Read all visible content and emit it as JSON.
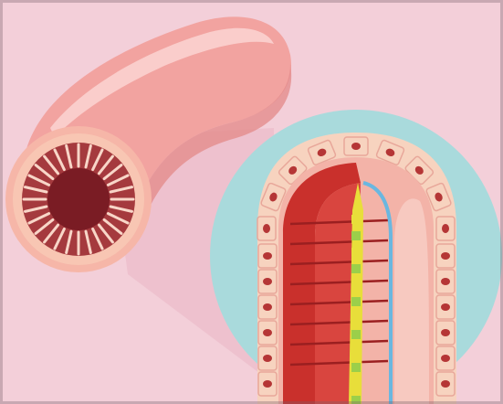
{
  "colors": {
    "background": "#f3cfd9",
    "zoom_circle": "#a9dadc",
    "tube_body": "#f2a3a0",
    "tube_highlight": "#fbd2cf",
    "tube_shadow": "#e48c8c",
    "lumen_dark": "#7a1c24",
    "villus_red": "#c9302c",
    "villus_dark_red": "#9b1f20",
    "cell_fill": "#f7d3bf",
    "cell_nucleus": "#b53636",
    "lacteal_yellow": "#e8de3a",
    "lacteal_green": "#9bcf4a",
    "vessel_blue": "#6ab7e0"
  },
  "elements": [
    "intestine-tube",
    "intestine-cross-section",
    "zoom-callout",
    "villus-detail"
  ]
}
